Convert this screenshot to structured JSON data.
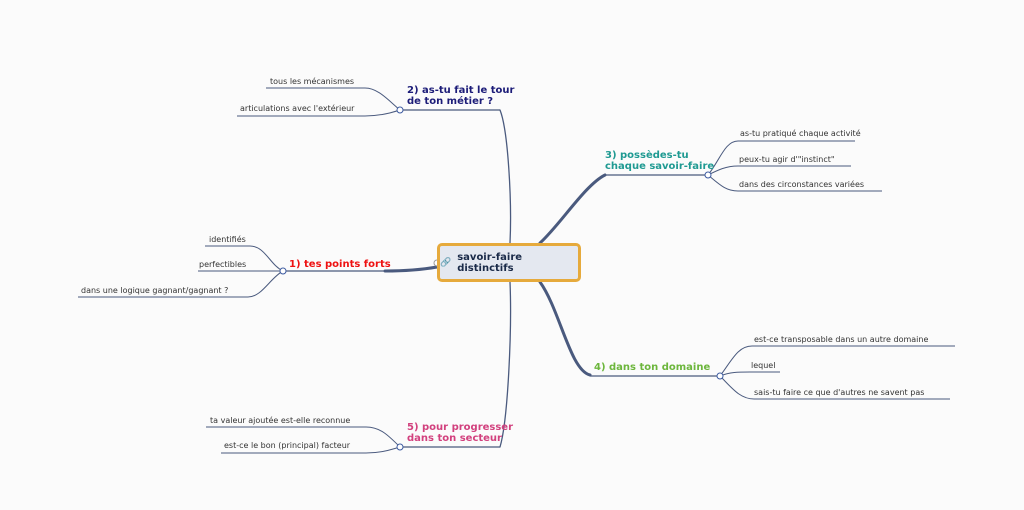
{
  "central": {
    "label": "savoir-faire distinctifs",
    "icon": "link-icon"
  },
  "colors": {
    "border": "#e6aa3c",
    "branch1": "#ee1111",
    "branch2": "#1c1c78",
    "branch3": "#1f9a92",
    "branch4": "#6cb63c",
    "branch5": "#d2417e",
    "connector": "#4a5a7e"
  },
  "branches": [
    {
      "label": "1) tes points forts",
      "children": [
        "identifiés",
        "perfectibles",
        "dans une logique gagnant/gagnant ?"
      ]
    },
    {
      "label_line1": "2) as-tu fait le tour",
      "label_line2": "de ton métier ?",
      "children": [
        "tous les mécanismes",
        "articulations avec l'extérieur"
      ]
    },
    {
      "label_line1": "3) possèdes-tu",
      "label_line2": "chaque savoir-faire",
      "children": [
        "as-tu pratiqué chaque activité",
        "peux-tu agir d'\"instinct\"",
        "dans des circonstances variées"
      ]
    },
    {
      "label": "4) dans ton domaine",
      "children": [
        "est-ce transposable dans un autre domaine",
        "lequel",
        "sais-tu faire ce que d'autres ne savent pas"
      ]
    },
    {
      "label_line1": "5) pour progresser",
      "label_line2": "dans ton secteur",
      "children": [
        "ta valeur ajoutée est-elle reconnue",
        "est-ce le bon (principal) facteur"
      ]
    }
  ]
}
